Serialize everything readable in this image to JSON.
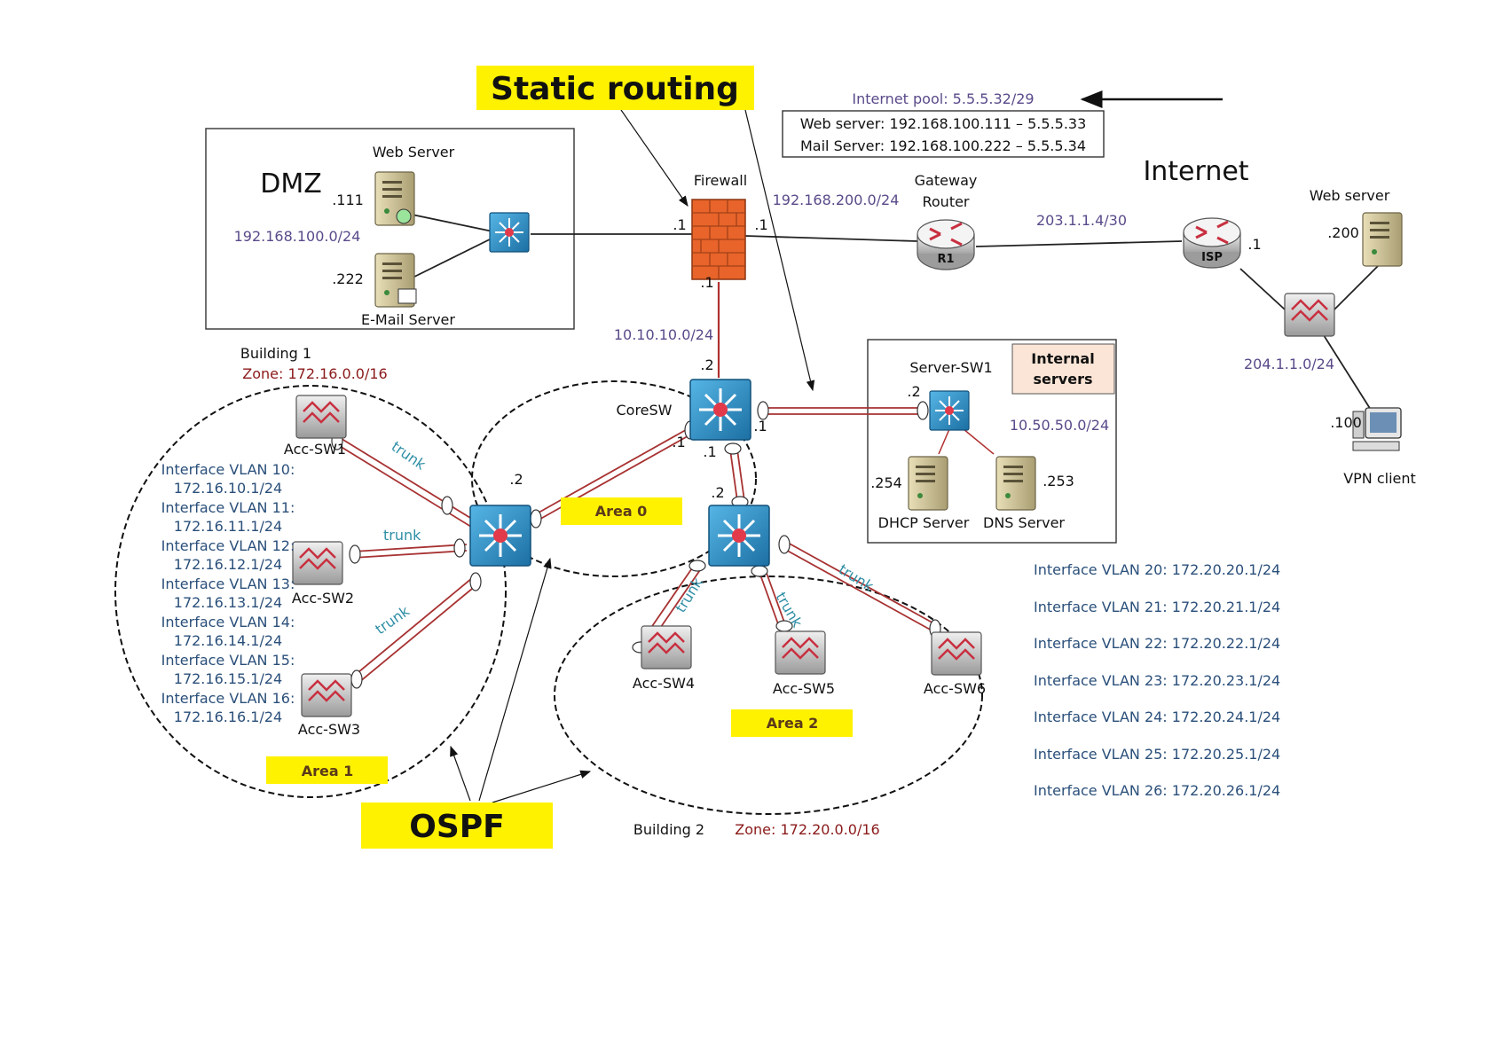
{
  "titles": {
    "static_routing": "Static routing",
    "ospf": "OSPF",
    "dmz": "DMZ",
    "internet": "Internet"
  },
  "nat": {
    "pool": "Internet pool: 5.5.5.32/29",
    "web": "Web server: 192.168.100.111 – 5.5.5.33",
    "mail": "Mail Server: 192.168.100.222 – 5.5.5.34"
  },
  "dmz": {
    "web_server": "Web Server",
    "web_addr": ".111",
    "mail_server": "E-Mail Server",
    "mail_addr": ".222",
    "subnet": "192.168.100.0/24"
  },
  "firewall": {
    "label": "Firewall",
    "left_if": ".1",
    "right_if": ".1",
    "bottom_if": ".1"
  },
  "links": {
    "fw_gw_subnet": "192.168.200.0/24",
    "gw_isp_subnet": "203.1.1.4/30",
    "fw_core_subnet": "10.10.10.0/24",
    "remote_subnet": "204.1.1.0/24"
  },
  "gateway": {
    "label_line1": "Gateway",
    "label_line2": "Router",
    "router_text": "R1"
  },
  "isp": {
    "router_text": "ISP",
    "if": ".1"
  },
  "remote": {
    "web_server": "Web server",
    "web_addr": ".200",
    "vpn_client": "VPN client",
    "vpn_addr": ".100"
  },
  "core": {
    "label": "CoreSW",
    "top_if": ".2",
    "right_if": ".1",
    "left_if": ".1",
    "bottom_if": ".1"
  },
  "internal": {
    "box_title_line1": "Internal",
    "box_title_line2": "servers",
    "switch": "Server-SW1",
    "switch_if": ".2",
    "subnet": "10.50.50.0/24",
    "dhcp": "DHCP Server",
    "dhcp_addr": ".254",
    "dns": "DNS Server",
    "dns_addr": ".253"
  },
  "building1": {
    "name": "Building 1",
    "zone": "Zone: 172.16.0.0/16",
    "dist_if": ".2",
    "area": "Area 1",
    "switches": [
      "Acc-SW1",
      "Acc-SW2",
      "Acc-SW3"
    ],
    "vlans": [
      "Interface VLAN 10:",
      "172.16.10.1/24",
      "Interface VLAN 11:",
      "172.16.11.1/24",
      "Interface VLAN 12:",
      "172.16.12.1/24",
      "Interface VLAN 13:",
      "172.16.13.1/24",
      "Interface VLAN 14:",
      "172.16.14.1/24",
      "Interface VLAN 15:",
      "172.16.15.1/24",
      "Interface VLAN 16:",
      "172.16.16.1/24"
    ]
  },
  "building2": {
    "name": "Building 2",
    "zone": "Zone: 172.20.0.0/16",
    "dist_if": ".2",
    "area": "Area 2",
    "switches": [
      "Acc-SW4",
      "Acc-SW5",
      "Acc-SW6"
    ],
    "vlans": [
      "Interface VLAN 20: 172.20.20.1/24",
      "Interface VLAN 21: 172.20.21.1/24",
      "Interface VLAN 22: 172.20.22.1/24",
      "Interface VLAN 23: 172.20.23.1/24",
      "Interface VLAN 24: 172.20.24.1/24",
      "Interface VLAN 25: 172.20.25.1/24",
      "Interface VLAN 26: 172.20.26.1/24"
    ]
  },
  "area0": "Area 0",
  "trunk_label": "trunk",
  "colors": {
    "highlight": "#fff200",
    "switch_blue": "#2e8fc9",
    "firewall": "#e06020",
    "link_red": "#a83232",
    "internal_box": "#fbe5d6"
  }
}
